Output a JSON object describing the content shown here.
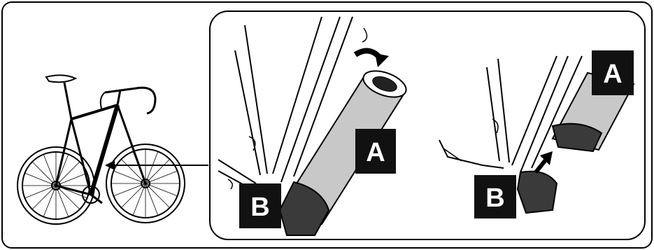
{
  "labels": {
    "a_main": "A",
    "b_main": "B",
    "a_right": "A",
    "b_right": "B"
  },
  "colors": {
    "stroke": "#000000",
    "background": "#ffffff",
    "label_bg": "#111111",
    "label_text": "#ffffff",
    "battery_fill": "#c8c8c8"
  },
  "icons": {
    "bicycle": "bicycle-icon",
    "arrow": "pointer-arrow-icon",
    "rotate": "rotate-arrow-icon",
    "insert": "insert-arrow-icon"
  }
}
